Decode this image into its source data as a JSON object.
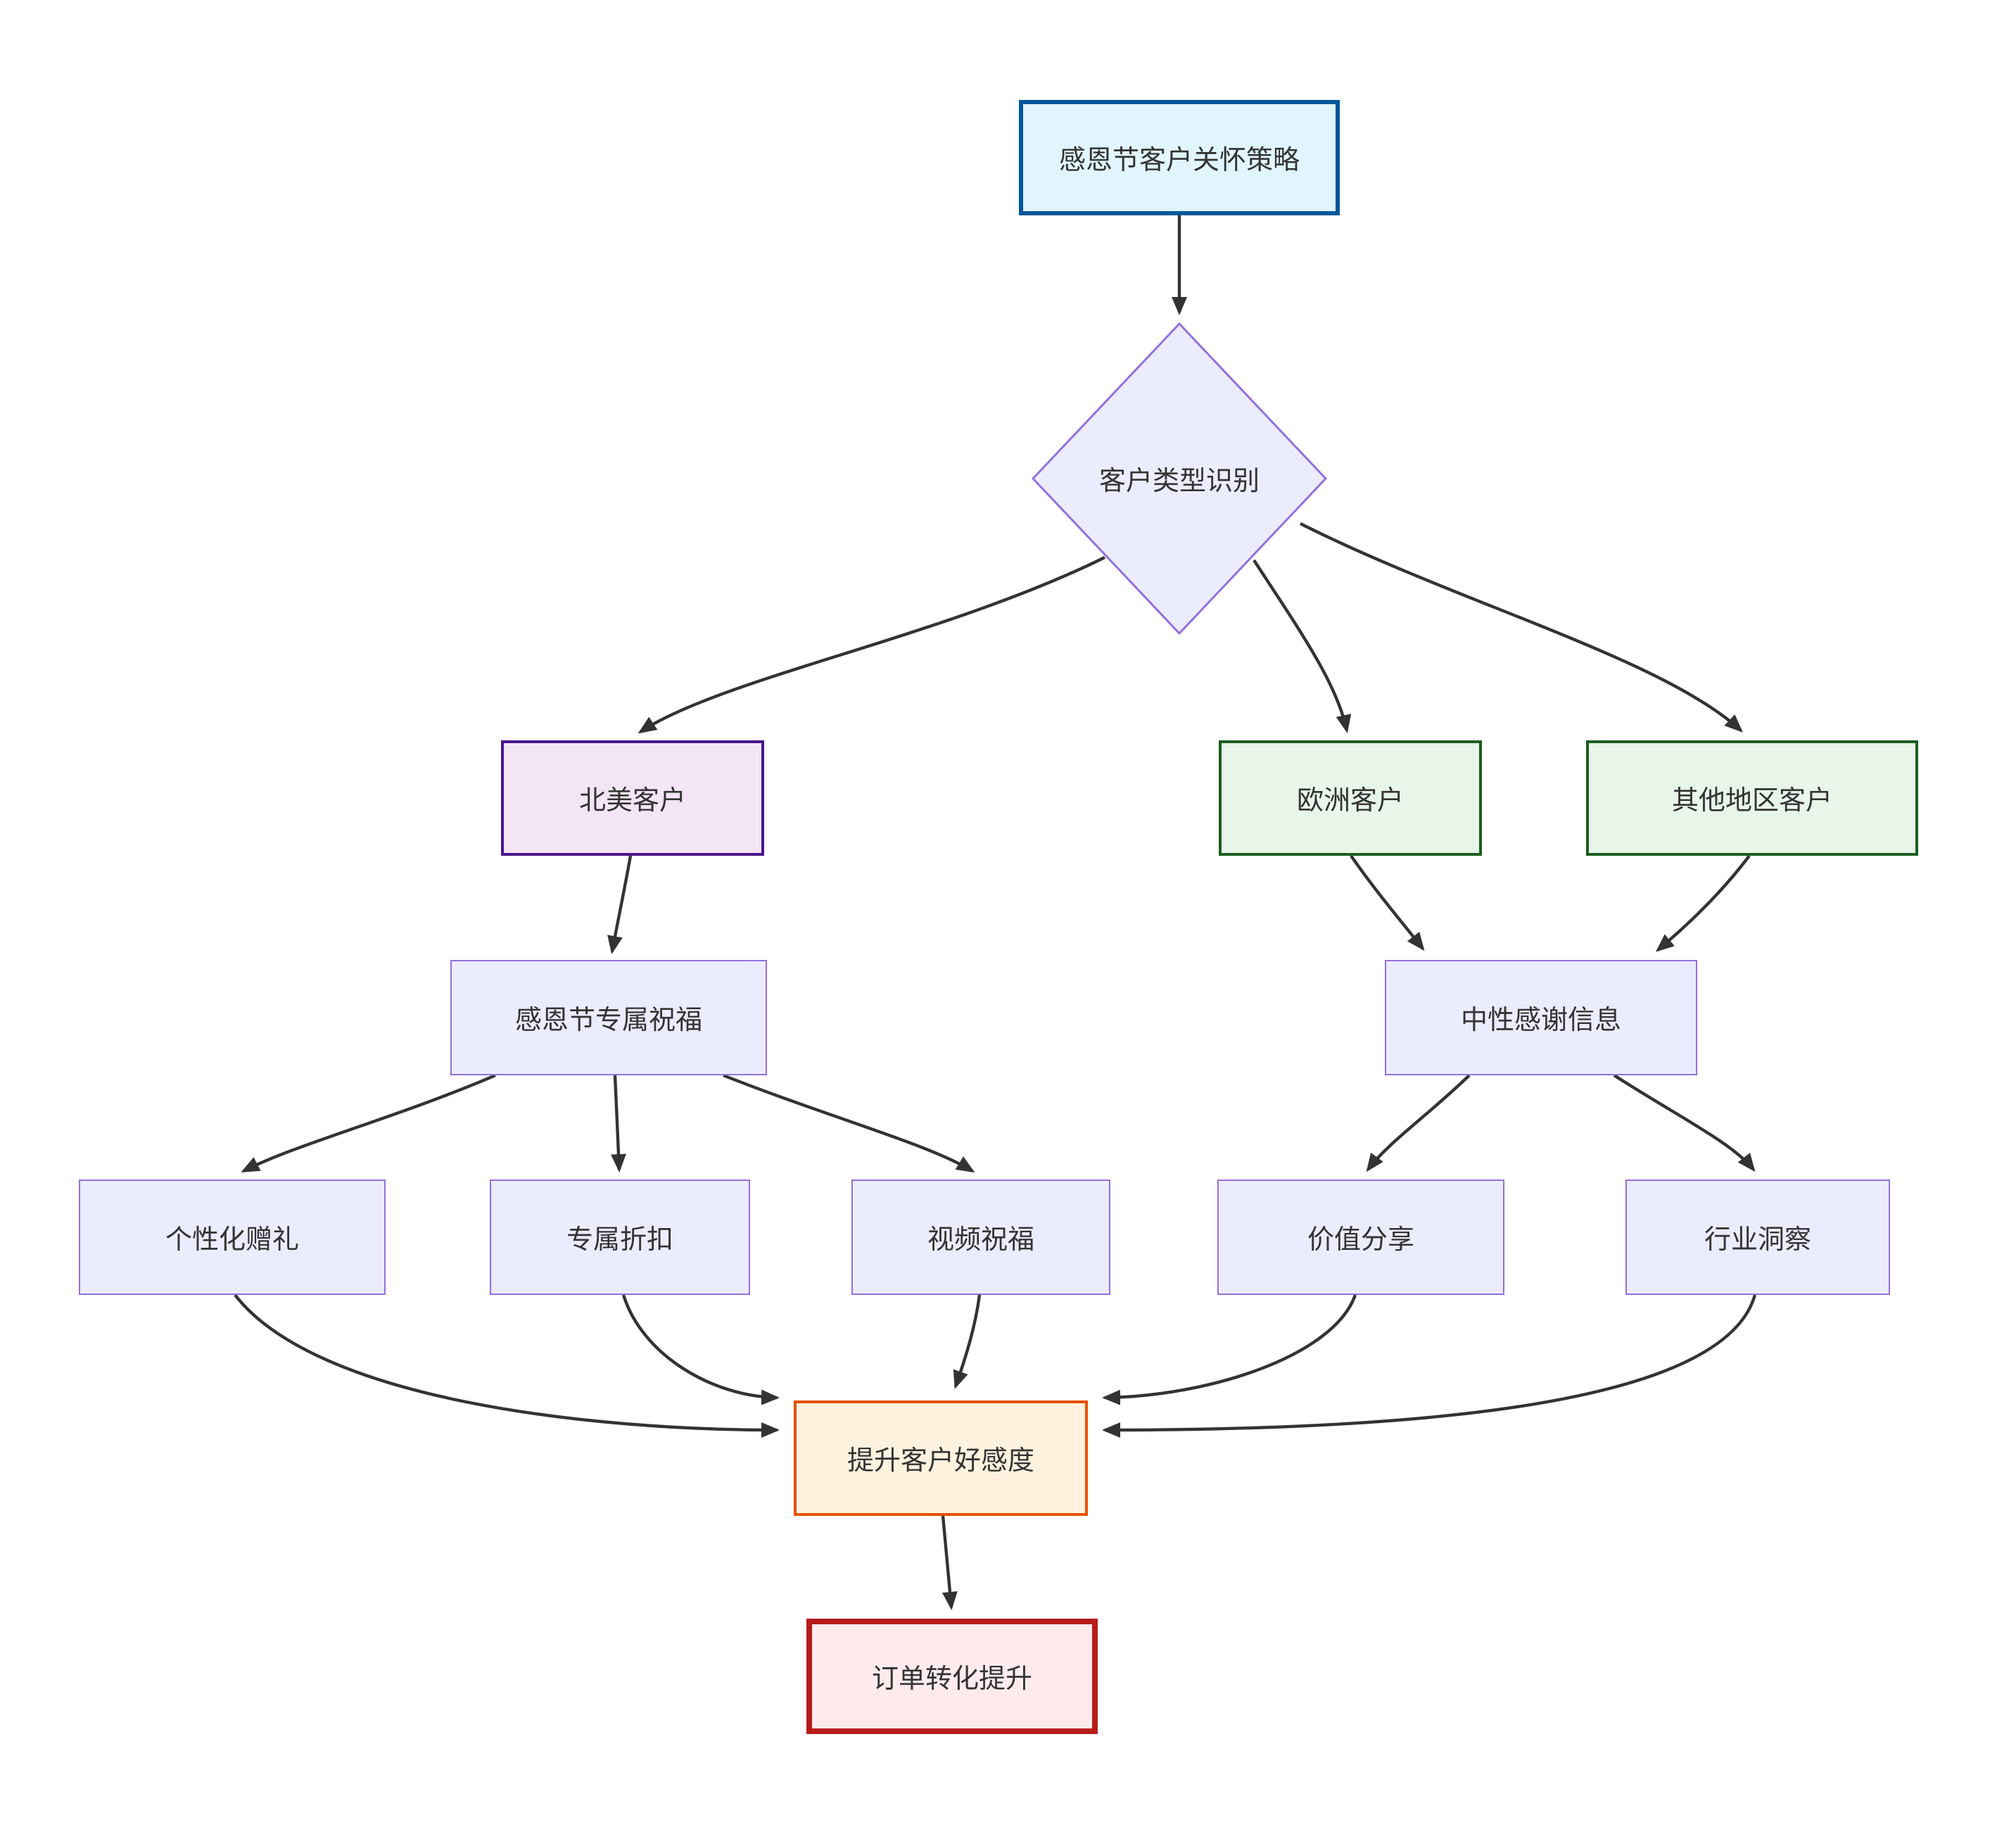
{
  "diagram": {
    "type": "flowchart",
    "direction": "top-down",
    "background": "#ffffff",
    "edge_color": "#333333",
    "text_color": "#333333",
    "nodes": {
      "root": {
        "label": "感恩节客户关怀策略",
        "shape": "rect",
        "fill": "#e1f5fe",
        "border": "#01579b"
      },
      "decision": {
        "label": "客户类型识别",
        "shape": "diamond",
        "fill": "#ececff",
        "border": "#9370db"
      },
      "na": {
        "label": "北美客户",
        "shape": "rect",
        "fill": "#f3e5f5",
        "border": "#4a148c"
      },
      "eu": {
        "label": "欧洲客户",
        "shape": "rect",
        "fill": "#e8f5e9",
        "border": "#1b5e20"
      },
      "other": {
        "label": "其他地区客户",
        "shape": "rect",
        "fill": "#e8f5e9",
        "border": "#1b5e20"
      },
      "blessing": {
        "label": "感恩节专属祝福",
        "shape": "rect",
        "fill": "#ececff",
        "border": "#9370db"
      },
      "neutral": {
        "label": "中性感谢信息",
        "shape": "rect",
        "fill": "#ececff",
        "border": "#9370db"
      },
      "gift": {
        "label": "个性化赠礼",
        "shape": "rect",
        "fill": "#ececff",
        "border": "#9370db"
      },
      "discount": {
        "label": "专属折扣",
        "shape": "rect",
        "fill": "#ececff",
        "border": "#9370db"
      },
      "video": {
        "label": "视频祝福",
        "shape": "rect",
        "fill": "#ececff",
        "border": "#9370db"
      },
      "value": {
        "label": "价值分享",
        "shape": "rect",
        "fill": "#ececff",
        "border": "#9370db"
      },
      "insight": {
        "label": "行业洞察",
        "shape": "rect",
        "fill": "#ececff",
        "border": "#9370db"
      },
      "favor": {
        "label": "提升客户好感度",
        "shape": "rect",
        "fill": "#fff3e0",
        "border": "#e65100"
      },
      "order": {
        "label": "订单转化提升",
        "shape": "rect",
        "fill": "#ffebee",
        "border": "#b71c1c"
      }
    },
    "edges": [
      {
        "from": "root",
        "to": "decision"
      },
      {
        "from": "decision",
        "to": "na"
      },
      {
        "from": "decision",
        "to": "eu"
      },
      {
        "from": "decision",
        "to": "other"
      },
      {
        "from": "na",
        "to": "blessing"
      },
      {
        "from": "eu",
        "to": "neutral"
      },
      {
        "from": "other",
        "to": "neutral"
      },
      {
        "from": "blessing",
        "to": "gift"
      },
      {
        "from": "blessing",
        "to": "discount"
      },
      {
        "from": "blessing",
        "to": "video"
      },
      {
        "from": "neutral",
        "to": "value"
      },
      {
        "from": "neutral",
        "to": "insight"
      },
      {
        "from": "gift",
        "to": "favor"
      },
      {
        "from": "discount",
        "to": "favor"
      },
      {
        "from": "video",
        "to": "favor"
      },
      {
        "from": "value",
        "to": "favor"
      },
      {
        "from": "insight",
        "to": "favor"
      },
      {
        "from": "favor",
        "to": "order"
      }
    ]
  }
}
